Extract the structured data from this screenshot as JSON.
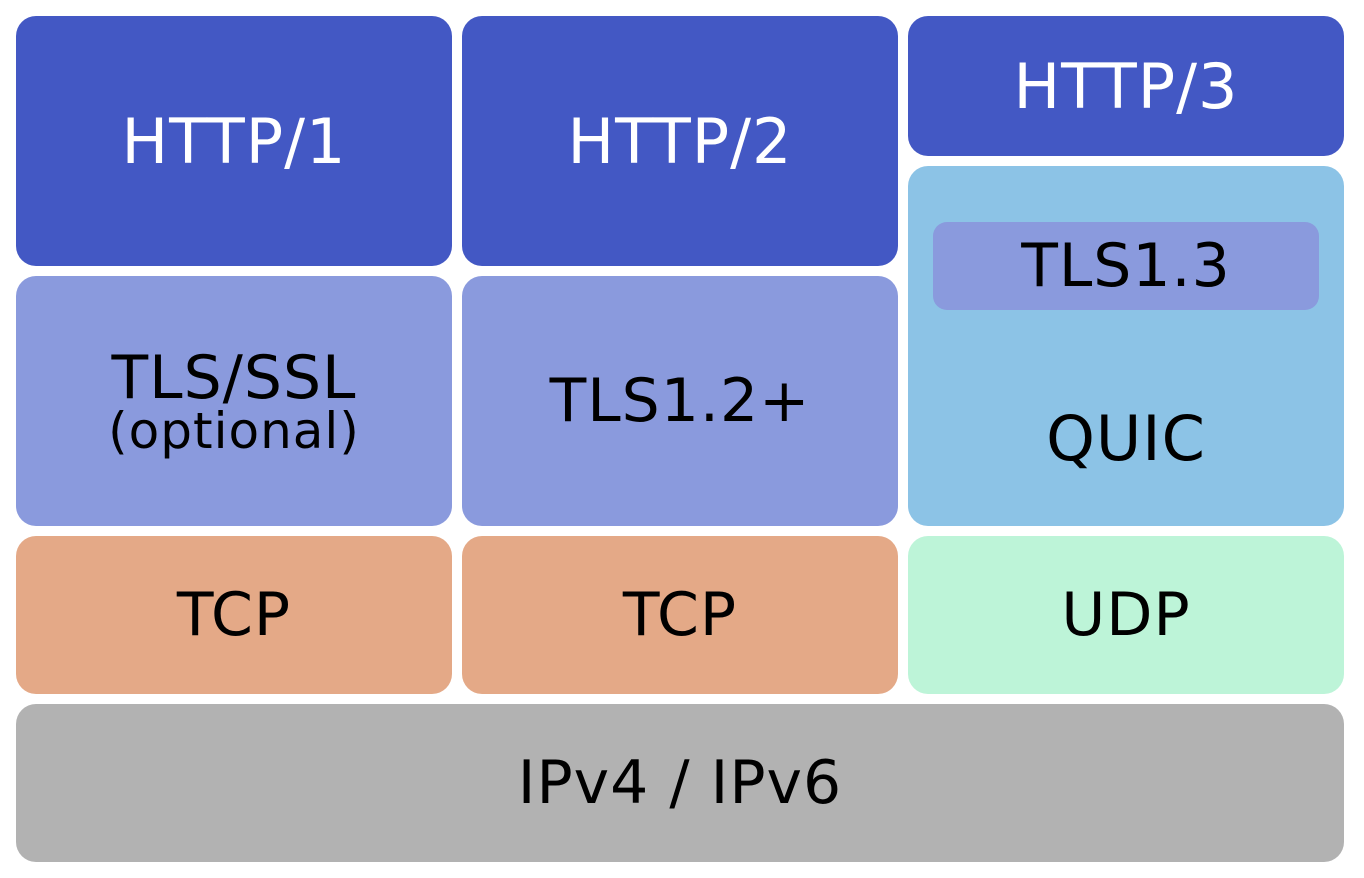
{
  "layers": {
    "http1": "HTTP/1",
    "http2": "HTTP/2",
    "http3": "HTTP/3",
    "tls_ssl": "TLS/SSL",
    "tls_ssl_note": "(optional)",
    "tls12": "TLS1.2+",
    "tls13": "TLS1.3",
    "quic": "QUIC",
    "tcp1": "TCP",
    "tcp2": "TCP",
    "udp": "UDP",
    "ip": "IPv4 / IPv6"
  },
  "colors": {
    "http": "#4358c4",
    "tls": "#8a9add",
    "quic": "#8cc3e6",
    "tcp": "#e4a987",
    "udp": "#bdf4d8",
    "ip": "#b2b2b2"
  }
}
